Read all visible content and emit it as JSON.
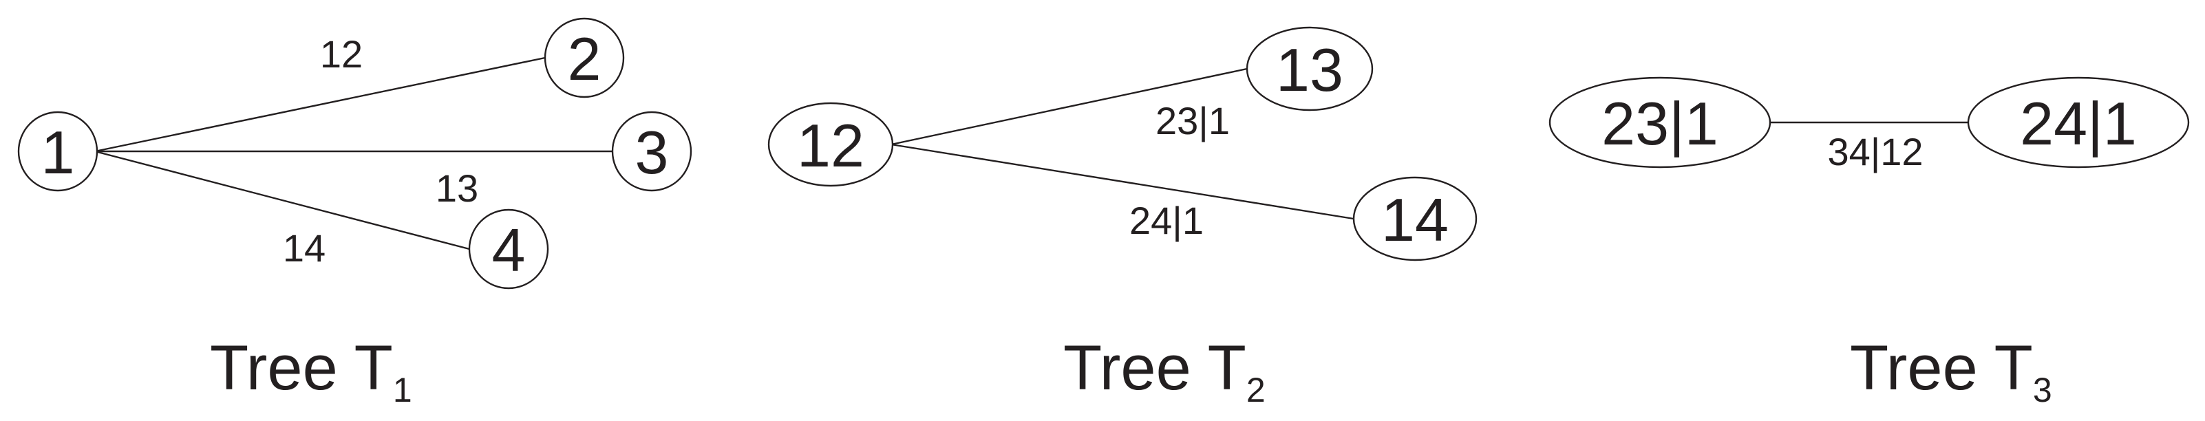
{
  "colors": {
    "ink": "#231f20",
    "background": "#ffffff"
  },
  "trees": [
    {
      "caption": {
        "text": "Tree T",
        "subscript": "1"
      },
      "nodes": [
        "1",
        "2",
        "3",
        "4"
      ],
      "edges": [
        {
          "from": "1",
          "to": "2",
          "label": "12"
        },
        {
          "from": "1",
          "to": "3",
          "label": "13"
        },
        {
          "from": "1",
          "to": "4",
          "label": "14"
        }
      ]
    },
    {
      "caption": {
        "text": "Tree T",
        "subscript": "2"
      },
      "nodes": [
        "12",
        "13",
        "14"
      ],
      "edges": [
        {
          "from": "12",
          "to": "13",
          "label": "23|1"
        },
        {
          "from": "12",
          "to": "14",
          "label": "24|1"
        }
      ]
    },
    {
      "caption": {
        "text": "Tree T",
        "subscript": "3"
      },
      "nodes": [
        "23|1",
        "24|1"
      ],
      "edges": [
        {
          "from": "23|1",
          "to": "24|1",
          "label": "34|12"
        }
      ]
    }
  ]
}
